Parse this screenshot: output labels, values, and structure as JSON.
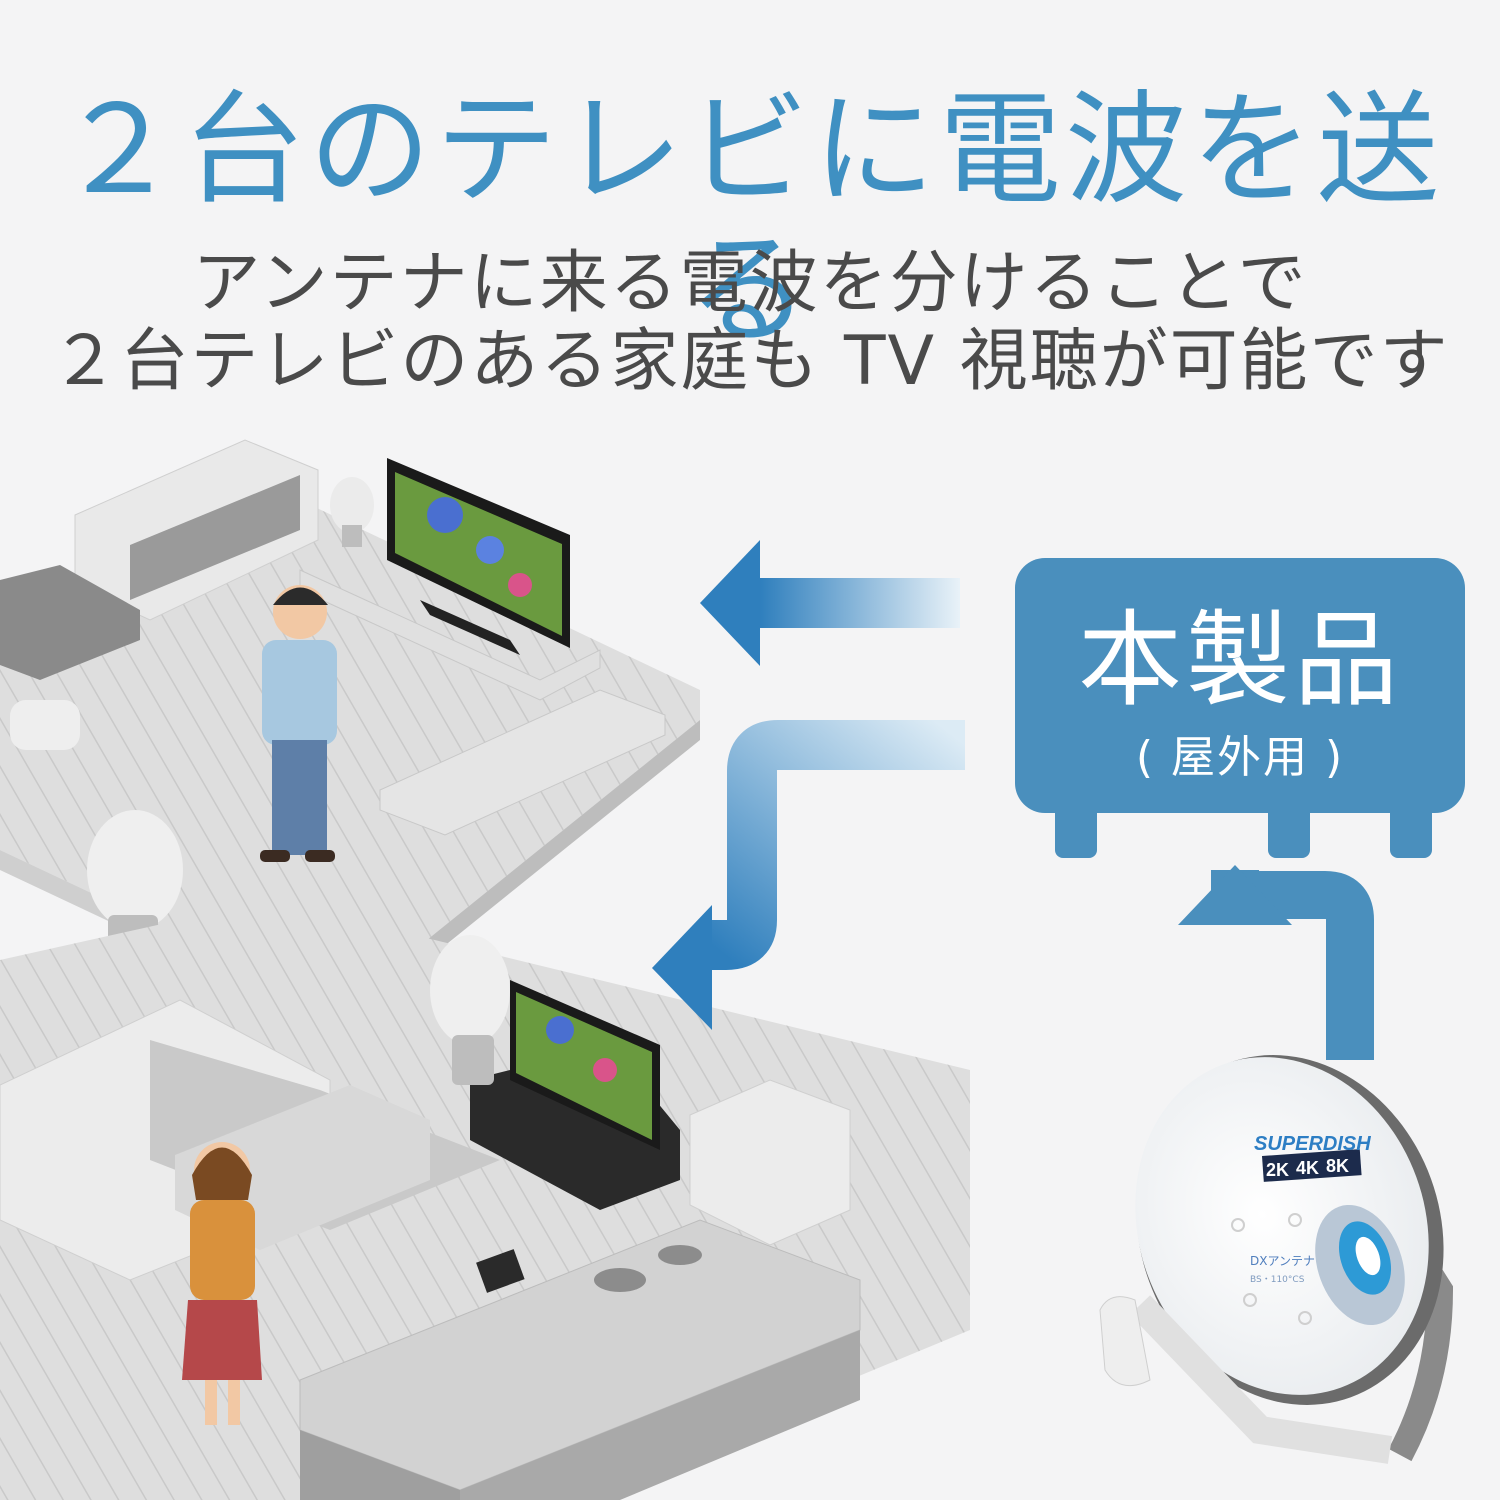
{
  "headline": "２台のテレビに電波を送る",
  "description": {
    "line1": "アンテナに来る電波を分けることで",
    "line2": "２台テレビのある家庭も TV 視聴が可能です"
  },
  "product_label": {
    "main": "本製品",
    "sub": "( 屋外用 )"
  },
  "dish": {
    "brand": "SUPERDISH",
    "badge": [
      "2K",
      "4K",
      "8K"
    ],
    "model_line1": "DXアンテナ",
    "model_line2": "BS・110°CS"
  },
  "colors": {
    "accent": "#3f90c2",
    "box": "#4a8fbd",
    "text_gray": "#4a4a4a",
    "floor": "#e6e6e6"
  },
  "icons": {
    "arrow_top": "arrow-left-icon",
    "arrow_bottom": "arrow-elbow-left-icon",
    "arrow_up": "arrow-up-icon"
  }
}
